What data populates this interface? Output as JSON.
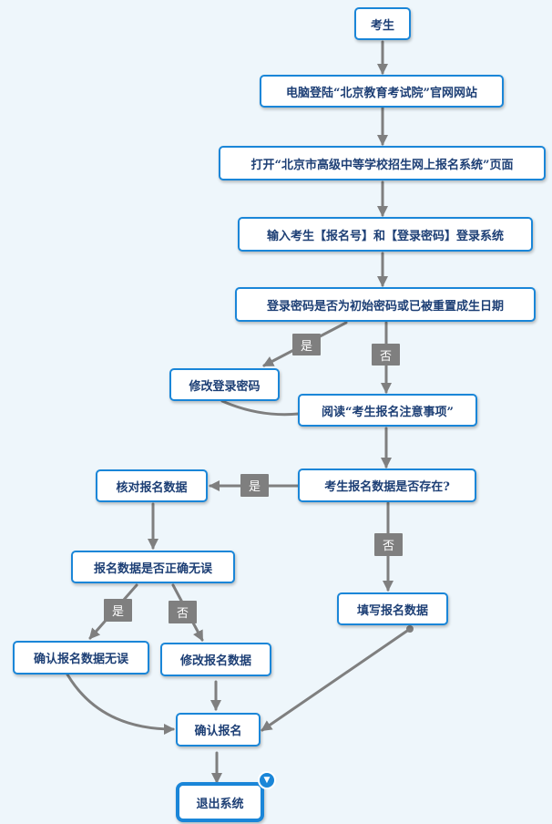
{
  "nodes": {
    "n1": "考生",
    "n2": "电脑登陆“北京教育考试院”官网网站",
    "n3": "打开“北京市高级中等学校招生网上报名系统”页面",
    "n4": "输入考生【报名号】和【登录密码】登录系统",
    "n5": "登录密码是否为初始密码或已被重置成生日期",
    "n6": "修改登录密码",
    "n7": "阅读“考生报名注意事项”",
    "n8": "考生报名数据是否存在?",
    "n9": "核对报名数据",
    "n10": "报名数据是否正确无误",
    "n11": "填写报名数据",
    "n12": "确认报名数据无误",
    "n13": "修改报名数据",
    "n14": "确认报名",
    "n15": "退出系统"
  },
  "labels": {
    "yes1": "是",
    "no1": "否",
    "yes2": "是",
    "no2": "否",
    "yes3": "是",
    "no3": "否"
  },
  "badge_icon": "chevron-down-icon"
}
